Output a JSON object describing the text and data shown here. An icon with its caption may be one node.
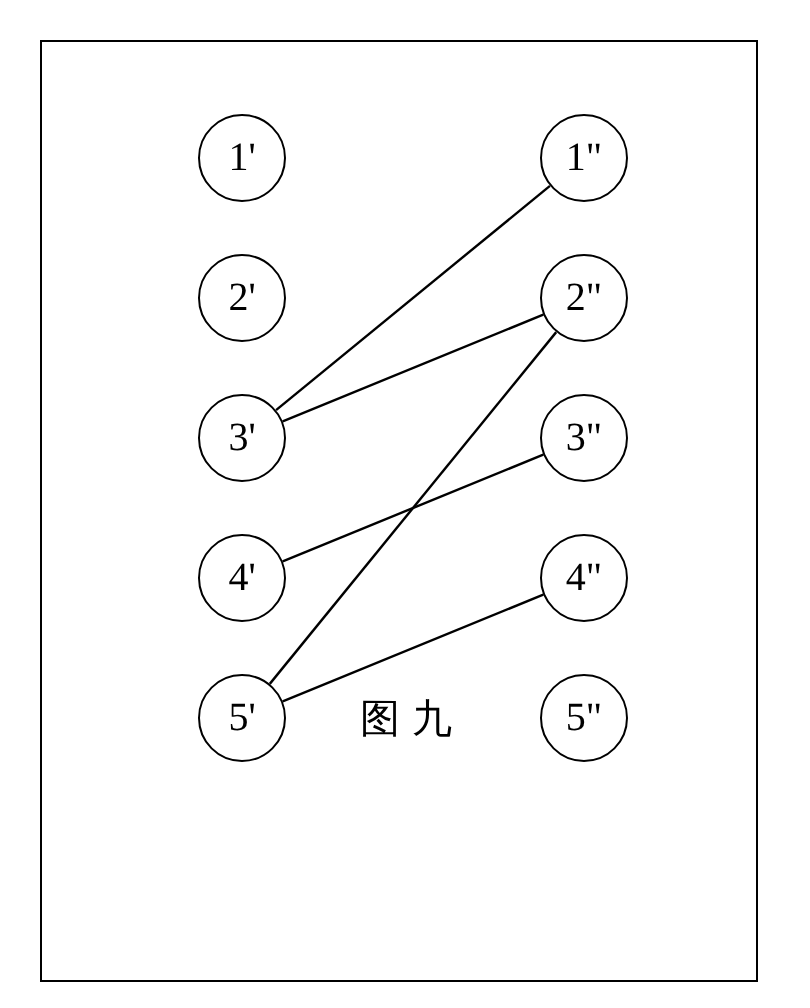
{
  "diagram": {
    "caption": "图九",
    "nodes": [
      {
        "text": [
          "1'"
        ]
      },
      {
        "text": [
          "2'"
        ]
      },
      {
        "text": [
          "3'"
        ]
      },
      {
        "text": [
          "4'"
        ]
      },
      {
        "text": [
          "5'"
        ]
      },
      {
        "text": [
          "1\""
        ]
      },
      {
        "text": [
          "2\""
        ]
      },
      {
        "text": [
          "3\""
        ]
      },
      {
        "text": [
          "4\""
        ]
      },
      {
        "text": [
          "5\""
        ]
      }
    ],
    "edges": [
      {
        "from": 2,
        "to": 5,
        "arrow": "none"
      },
      {
        "from": 2,
        "to": 6,
        "arrow": "none"
      },
      {
        "from": 3,
        "to": 7,
        "arrow": "none"
      },
      {
        "from": 4,
        "to": 6,
        "arrow": "none"
      },
      {
        "from": 4,
        "to": 8,
        "arrow": "none"
      }
    ]
  }
}
